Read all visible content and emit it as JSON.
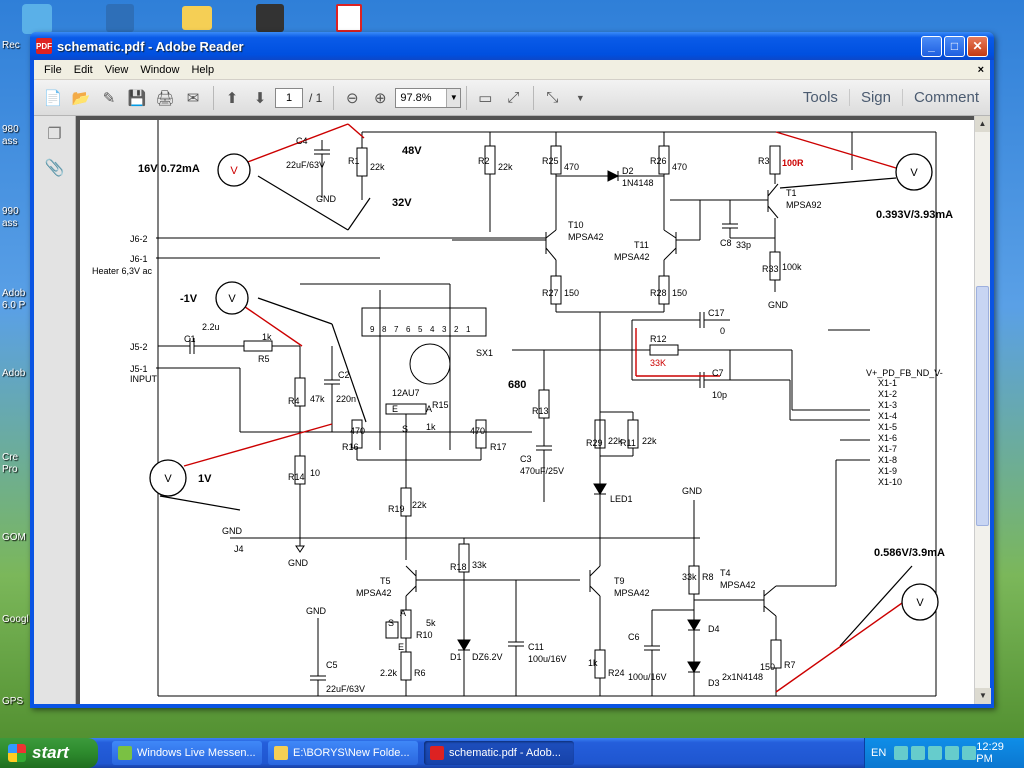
{
  "desktop": {
    "left_labels": [
      "Rec",
      "980",
      "ass",
      "990",
      "ass",
      "Adob",
      "6.0 P",
      "Adob",
      "Cre",
      "Pro",
      "GOM",
      "Googl",
      "GPS"
    ]
  },
  "window": {
    "title": "schematic.pdf - Adobe Reader",
    "app_icon_text": "PDF"
  },
  "menubar": {
    "items": [
      "File",
      "Edit",
      "View",
      "Window",
      "Help"
    ],
    "close_glyph": "×"
  },
  "toolbar": {
    "page_value": "1",
    "page_total": "/ 1",
    "zoom_value": "97.8%",
    "links": [
      "Tools",
      "Sign",
      "Comment"
    ]
  },
  "schematic": {
    "voltmeter_labels": [
      "V",
      "V",
      "V",
      "V",
      "V"
    ],
    "measurements": [
      "16V 0.72mA",
      "-1V",
      "1V",
      "0.393V/3.93mA",
      "0.586V/3.9mA"
    ],
    "top_labels": [
      "48V",
      "32V"
    ],
    "resistors": {
      "R1": "22k",
      "R2": "22k",
      "R25": "470",
      "R26": "470",
      "R3": "100R",
      "R33": "100k",
      "R27": "150",
      "R28": "150",
      "R12": "33K",
      "R5": "1k",
      "R4": "47k",
      "R14": "10",
      "R16": "470",
      "R17": "470",
      "R15": "1k",
      "R13": "680",
      "R29": "22k",
      "R11": "22k",
      "R19": "22k",
      "R18": "33k",
      "R10": "5k",
      "R6": "2.2k",
      "R24": "1k",
      "R8": "33k",
      "R7": "150"
    },
    "capacitors": {
      "C4": "22uF/63V",
      "C1": "2.2u",
      "C2": "220n",
      "C8": "33p",
      "C17": "0",
      "C7": "10p",
      "C3": "470uF/25V",
      "C11": "100u/16V",
      "C5": "22uF/63V",
      "C6": "100u/16V"
    },
    "transistors": {
      "T1": "MPSA92",
      "T10": "MPSA42",
      "T11": "MPSA42",
      "T5": "MPSA42",
      "T9": "MPSA42",
      "T4": "MPSA42"
    },
    "diodes": {
      "D2": "1N4148",
      "D1": "DZ6.2V",
      "D4": "",
      "D3": "2x1N4148",
      "LED1": ""
    },
    "tube": "12AU7",
    "tube_socket": "SX1",
    "connectors": {
      "J6-2": "J6-2",
      "J6-1": "J6-1",
      "heater": "Heater 6,3V ac",
      "J5-2": "J5-2",
      "J5-1": "J5-1",
      "input": "INPUT",
      "J4": "J4",
      "bus_title": "V+_PD_FB_ND_V-",
      "bus_pins": [
        "X1-1",
        "X1-2",
        "X1-3",
        "X1-4",
        "X1-5",
        "X1-6",
        "X1-7",
        "X1-8",
        "X1-9",
        "X1-10"
      ]
    },
    "gnd": "GND",
    "pot_pins": [
      "E",
      "A",
      "S",
      "S",
      "E",
      "A"
    ],
    "tube_pins": [
      "9",
      "8",
      "7",
      "6",
      "5",
      "4",
      "3",
      "2",
      "1"
    ]
  },
  "taskbar": {
    "start_label": "start",
    "items": [
      "Windows Live Messen...",
      "E:\\BORYS\\New Folde...",
      "schematic.pdf - Adob..."
    ],
    "language": "EN",
    "clock": "12:29 PM"
  }
}
